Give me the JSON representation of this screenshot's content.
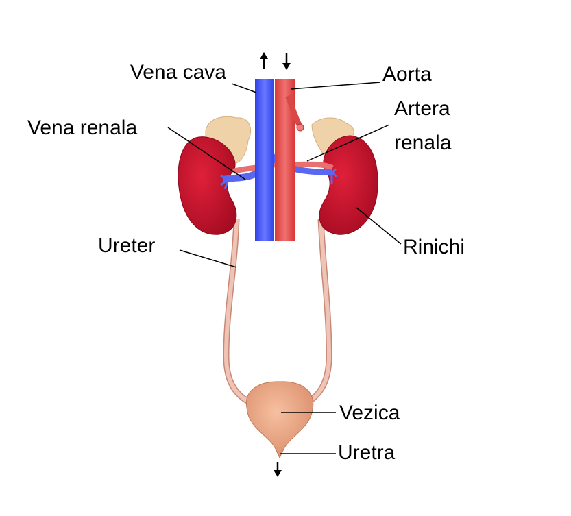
{
  "labels": {
    "vena_cava": "Vena cava",
    "aorta": "Aorta",
    "artera_renala_1": "Artera",
    "artera_renala_2": "renala",
    "vena_renala": "Vena renala",
    "ureter": "Ureter",
    "rinichi": "Rinichi",
    "vezica": "Vezica",
    "uretra": "Uretra"
  },
  "colors": {
    "vein": "#4a5cf0",
    "artery": "#e04848",
    "kidney": "#c8102e",
    "adrenal": "#f0d2a8",
    "ureter": "#e8b0a0",
    "bladder": "#e89a78"
  }
}
